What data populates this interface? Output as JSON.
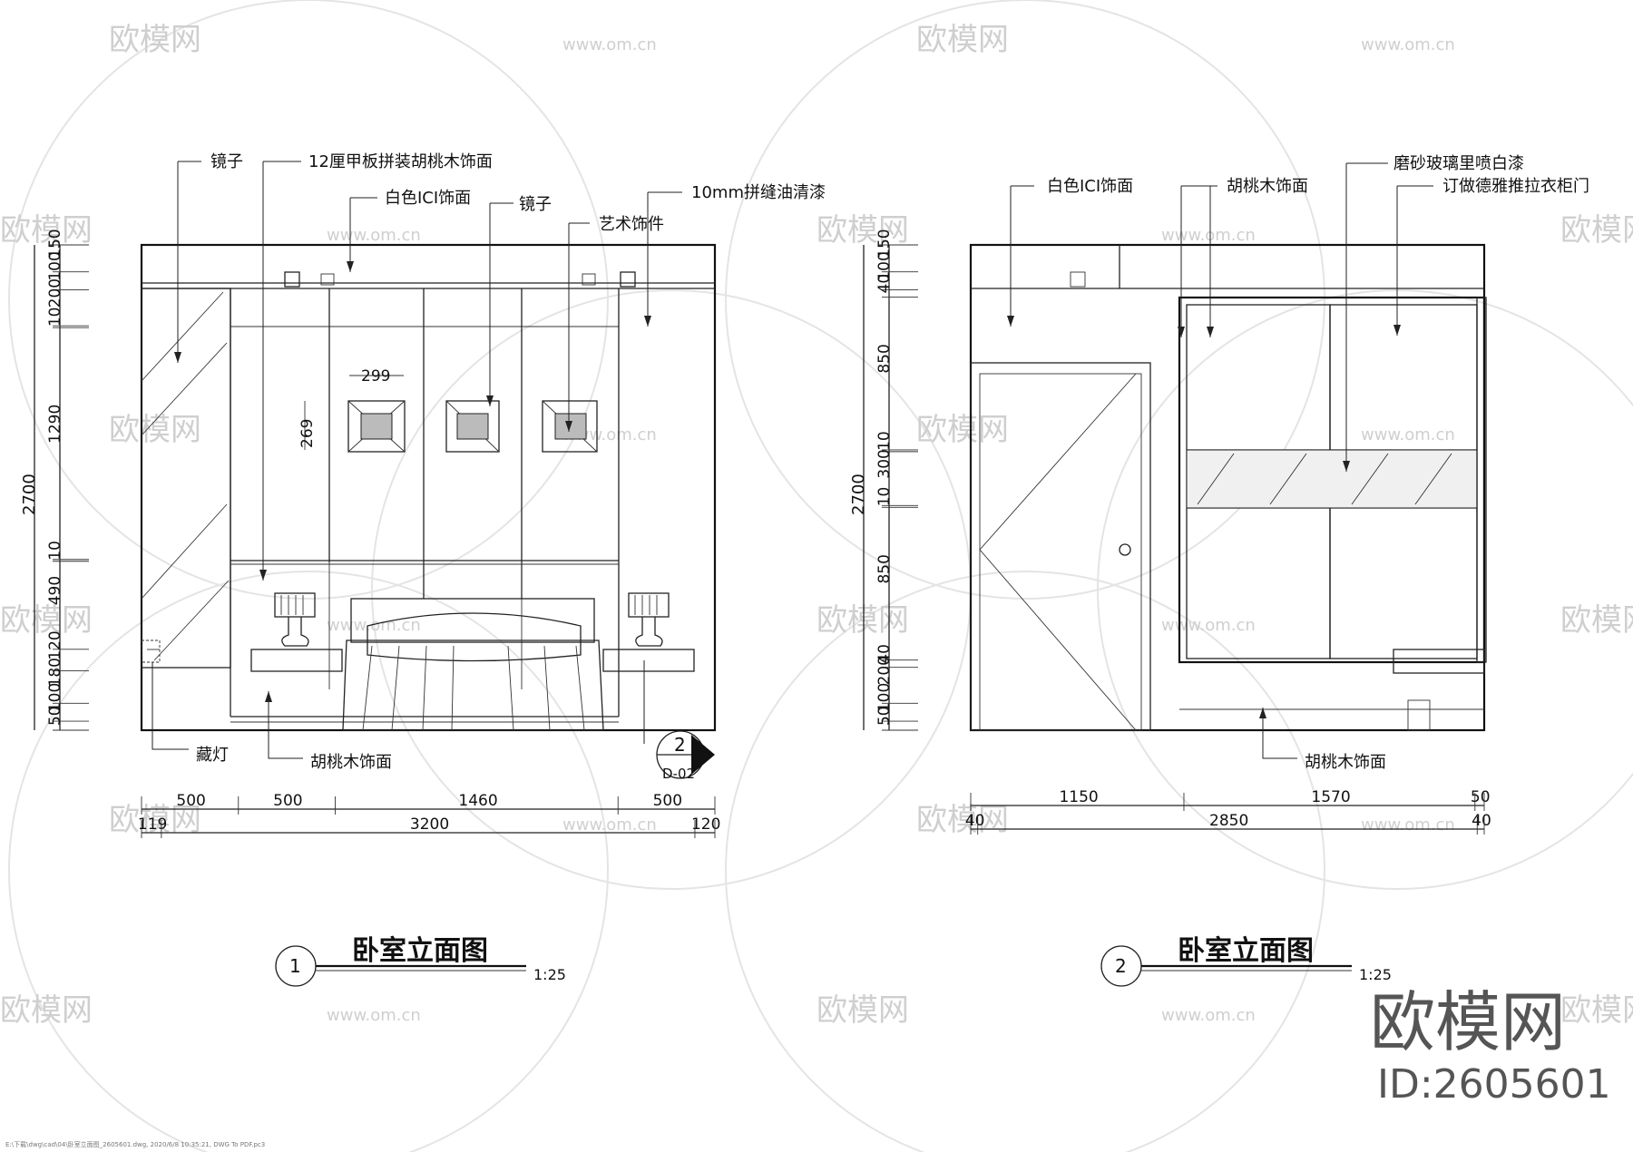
{
  "watermark": {
    "brand": "欧模网",
    "url": "www.om.cn",
    "url_short": "om.cn"
  },
  "branding": {
    "brand_large": "欧模网",
    "id_label": "ID:2605601"
  },
  "drawing1": {
    "title": "卧室立面图",
    "number": "1",
    "scale": "1:25",
    "labels": {
      "mirror_left": "镜子",
      "walnut_panel": "12厘甲板拼装胡桃木饰面",
      "white_ici": "白色ICI饰面",
      "mirror_center": "镜子",
      "seam_varnish": "10mm拼缝油清漆",
      "art_deco": "艺术饰件",
      "hidden_light": "藏灯",
      "walnut_finish": "胡桃木饰面"
    },
    "section_marker": {
      "number": "2",
      "sheet": "D-02"
    },
    "frame_dims": {
      "w": "299",
      "h": "269"
    },
    "left_dims": [
      "150",
      "100",
      "200",
      "10",
      "1290",
      "10",
      "490",
      "120",
      "180",
      "100",
      "50"
    ],
    "overall_height": "2700",
    "bottom_dims": [
      "500",
      "500",
      "1460",
      "500"
    ],
    "bottom_dims2": [
      "119",
      "3200",
      "120"
    ]
  },
  "drawing2": {
    "title": "卧室立面图",
    "number": "2",
    "scale": "1:25",
    "labels": {
      "white_ici": "白色ICI饰面",
      "walnut_top": "胡桃木饰面",
      "frosted_glass": "磨砂玻璃里喷白漆",
      "wardrobe": "订做德雅推拉衣柜门",
      "walnut_bottom": "胡桃木饰面"
    },
    "left_dims": [
      "150",
      "100",
      "40",
      "850",
      "10",
      "300",
      "10",
      "850",
      "40",
      "200",
      "100",
      "50"
    ],
    "overall_height": "2700",
    "bottom_dims": [
      "1150",
      "1570",
      "50"
    ],
    "bottom_dims2": [
      "40",
      "2850",
      "40"
    ]
  },
  "footer_path": "E:\\下载\\dwg\\cad\\04\\卧室立面图_2605601.dwg, 2020/6/8 10:35:21, DWG To PDF.pc3"
}
